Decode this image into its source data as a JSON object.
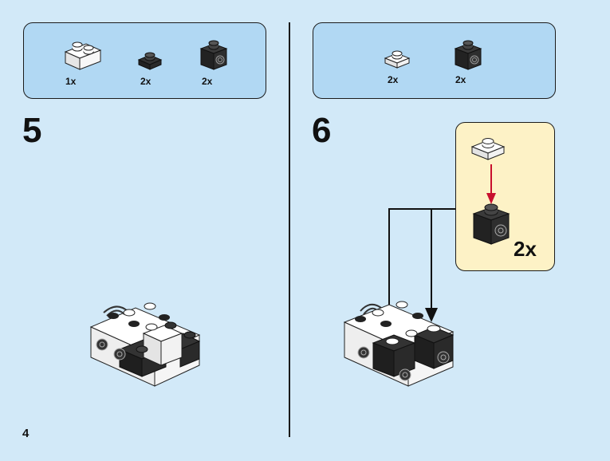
{
  "page_number": "4",
  "steps": [
    {
      "number": "5",
      "parts": [
        {
          "icon": "white-brick-1x2-icon",
          "qty": "1x"
        },
        {
          "icon": "black-plate-1x1-icon",
          "qty": "2x"
        },
        {
          "icon": "black-brick-with-stud-side-icon",
          "qty": "2x"
        }
      ]
    },
    {
      "number": "6",
      "parts": [
        {
          "icon": "white-plate-1x1-icon",
          "qty": "2x"
        },
        {
          "icon": "black-brick-with-stud-side-icon",
          "qty": "2x"
        }
      ],
      "callout_qty": "2x"
    }
  ],
  "colors": {
    "background": "#d2e9f8",
    "parts_box": "#b1d8f3",
    "callout": "#fdf2c6",
    "arrow_red": "#c8102e"
  }
}
